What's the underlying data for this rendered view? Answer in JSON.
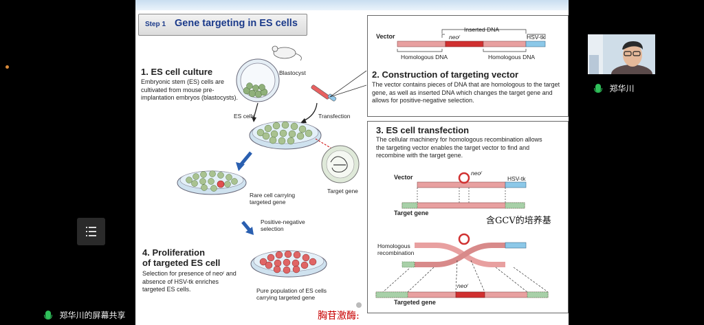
{
  "slide": {
    "step_tag": "Step 1",
    "title": "Gene targeting in ES cells",
    "s1": {
      "heading": "1.  ES cell culture",
      "body": "Embryonic stem (ES) cells are cultivated from mouse pre-implantation embryos (blastocysts)."
    },
    "s2": {
      "heading": "2.  Construction of targeting vector",
      "body": "The vector contains pieces of DNA that are homologous to the target gene, as well as inserted DNA which changes the target gene and allows for positive-negative selection."
    },
    "s3": {
      "heading": "3.  ES cell transfection",
      "body": "The cellular machinery for homologous recombination allows the targeting vector enables the target vector to find and recombine with the target gene."
    },
    "s4": {
      "heading_line1": "4.  Proliferation",
      "heading_line2": "of targeted ES cell",
      "body": "Selection for presence of neoʳ and absence of HSV-tk enriches targeted ES cells."
    },
    "labels": {
      "blastocyst": "Blastocyst",
      "es_cells": "ES cells",
      "transfection": "Transfection",
      "rare_cell": "Rare cell carrying targeted gene",
      "target_gene": "Target gene",
      "pos_neg": "Positive-negative selection",
      "pure_pop": "Pure population of ES cells carrying targeted gene",
      "vector": "Vector",
      "inserted_dna": "Inserted DNA",
      "neo": "neoʳ",
      "hsv": "HSV-tk",
      "homologous_dna_1": "Homologous DNA",
      "homologous_dna_2": "Homologous DNA",
      "vector2": "Vector",
      "neo2": "neoʳ",
      "hsv2": "HSV-tk",
      "target_gene2": "Target gene",
      "homologous_recomb": "Homologous recombination",
      "neo3": "neoʳ",
      "targeted_gene": "Targeted gene"
    },
    "annotation_gcv": "含GCV的培养基",
    "annotation_tk": "胸苷激酶:"
  },
  "participant": {
    "name": "郑华川"
  },
  "share_label": "郑华川的屏幕共享",
  "colors": {
    "dna_pink": "#e8a0a0",
    "neo_red": "#d03030",
    "hsv_blue": "#8cc8e8",
    "mic_green": "#2fc05a",
    "annotation_red": "#c80000"
  }
}
